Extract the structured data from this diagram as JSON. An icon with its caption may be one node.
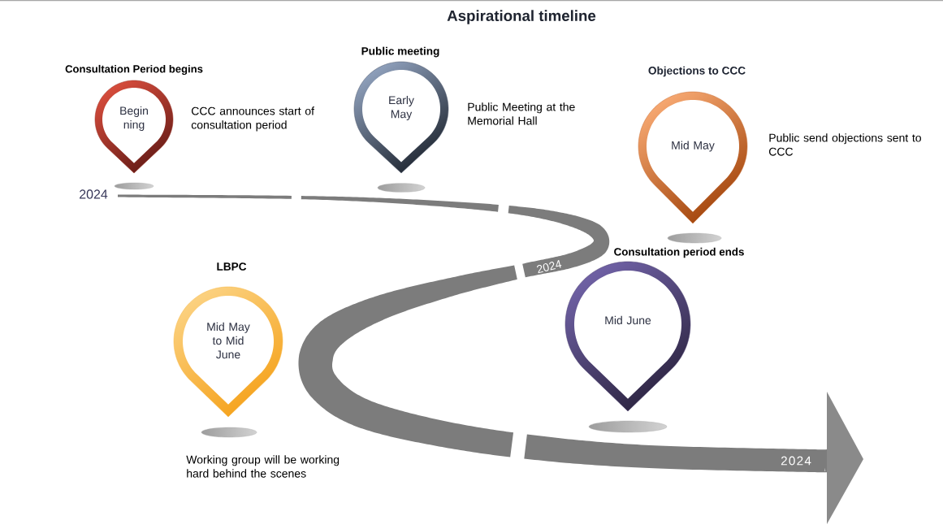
{
  "diagram": {
    "title": "Aspirational timeline",
    "nodes": [
      {
        "text": [
          "Consultation Period begins",
          "Begin ning"
        ],
        "beside": [
          "CCC announces start of consultation period"
        ]
      },
      {
        "text": [
          "Public meeting",
          "Early May"
        ],
        "beside": [
          "Public Meeting at the Memorial Hall"
        ]
      },
      {
        "text": [
          "Objections to CCC",
          "Mid May"
        ],
        "beside": [
          "Public send objections sent to CCC"
        ]
      },
      {
        "text": [
          "LBPC",
          "Mid May to Mid June"
        ],
        "beside": [
          "Working group will be working hard behind the scenes"
        ]
      },
      {
        "text": [
          "Consultation period ends",
          "Mid June"
        ]
      }
    ],
    "labels": [
      "2024",
      "2024",
      "2024"
    ]
  }
}
